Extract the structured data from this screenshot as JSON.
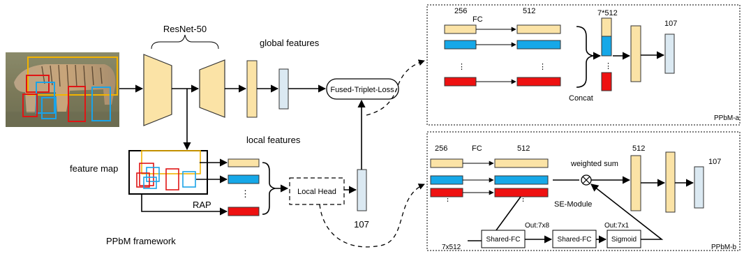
{
  "labels": {
    "resnet": "ResNet-50",
    "global_features": "global features",
    "local_features": "local features",
    "feature_map": "feature map",
    "rap": "RAP",
    "framework": "PPbM framework",
    "local_head": "Local Head",
    "fused_loss": "Fused-Triplet-Loss",
    "dim_107_bottom": "107",
    "ellipsis": "⋮"
  },
  "panel_a": {
    "name": "PPbM-a",
    "in_dim": "256",
    "fc": "FC",
    "out_dim": "512",
    "concat_dim": "7*512",
    "final_dim": "107",
    "concat": "Concat"
  },
  "panel_b": {
    "name": "PPbM-b",
    "in_dim": "256",
    "fc": "FC",
    "out_dim": "512",
    "weighted_sum": "weighted sum",
    "fc_dim": "512",
    "final_dim": "107",
    "se_module": "SE-Module",
    "se_input": "7x512",
    "shared_fc_1": "Shared-FC",
    "out_1": "Out:7x8",
    "shared_fc_2": "Shared-FC",
    "out_2": "Out:7x1",
    "sigmoid": "Sigmoid"
  },
  "colors": {
    "tan": "#fbe3a6",
    "blue": "#16a8e8",
    "red": "#ee1111",
    "pale_blue": "#dbe9f2",
    "box_yellow": "#f2b300"
  }
}
